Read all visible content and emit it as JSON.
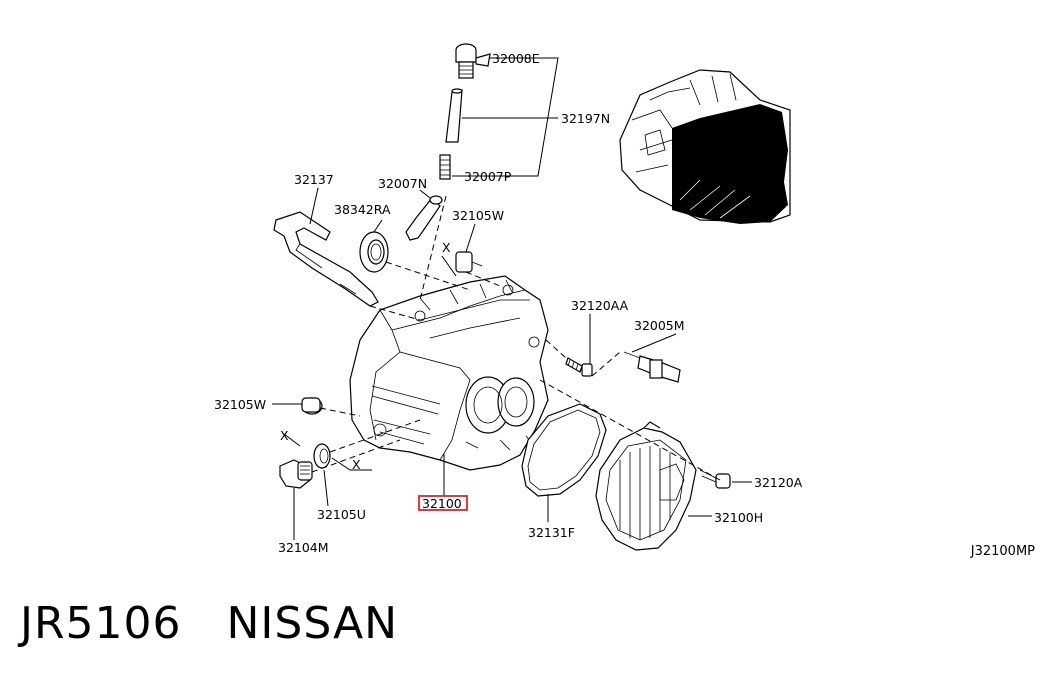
{
  "parts": {
    "p32008E": "32008E",
    "p32197N": "32197N",
    "p32007P": "32007P",
    "p32137": "32137",
    "p32007N": "32007N",
    "p38342RA": "38342RA",
    "p32105W_top": "32105W",
    "p32120AA": "32120AA",
    "p32005M": "32005M",
    "p32105W_left": "32105W",
    "p32100": "32100",
    "p32105U": "32105U",
    "p32104M": "32104M",
    "p32131F": "32131F",
    "p32100H": "32100H",
    "p32120A": "32120A"
  },
  "markers": {
    "x1": "X",
    "x2": "X",
    "x3": "X"
  },
  "highlight_color": "#e8202a",
  "drawing_code": "J32100MP",
  "footer": {
    "part_number": "JR5106",
    "brand": "NISSAN"
  }
}
